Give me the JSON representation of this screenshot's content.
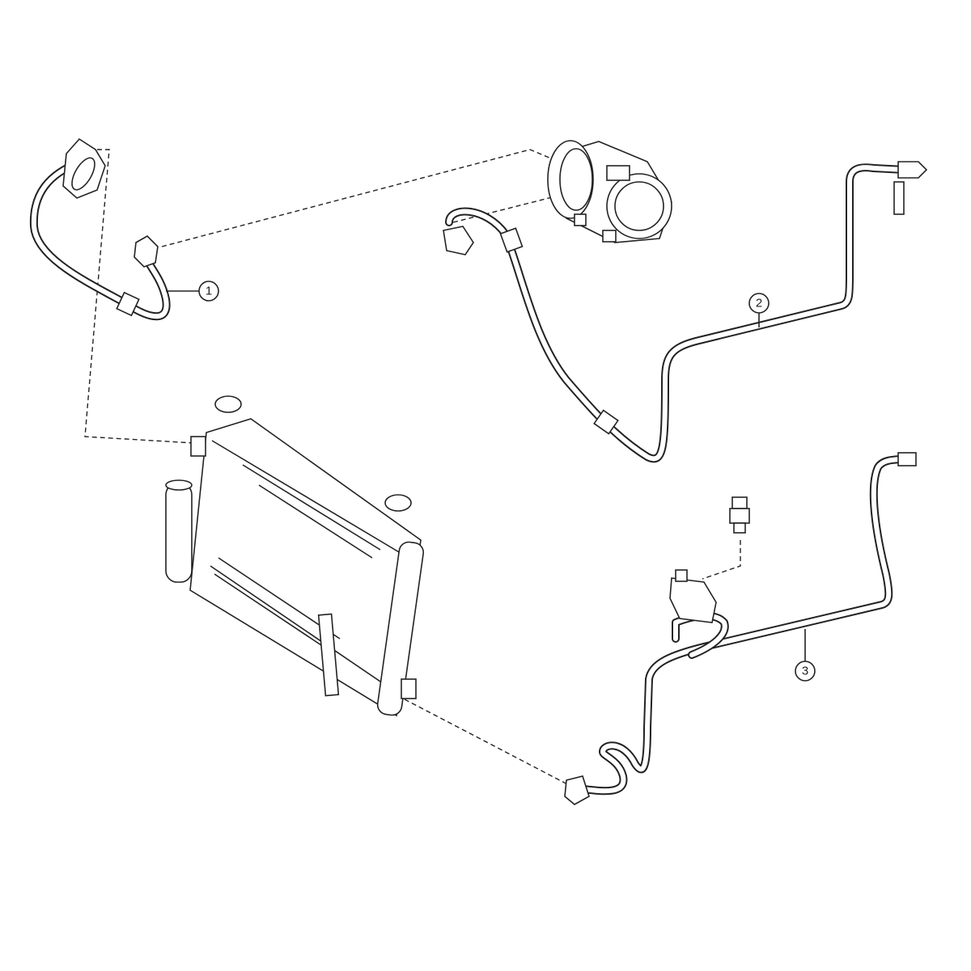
{
  "diagram": {
    "callouts": [
      {
        "id": "1",
        "part": "hose-1"
      },
      {
        "id": "2",
        "part": "pipe-2"
      },
      {
        "id": "3",
        "part": "pipe-3"
      }
    ]
  }
}
